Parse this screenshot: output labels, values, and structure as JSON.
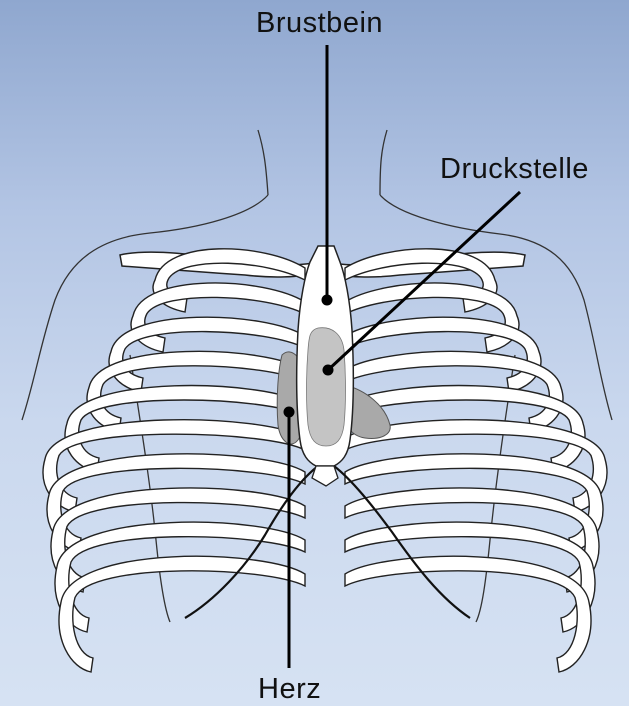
{
  "labels": {
    "sternum": "Brustbein",
    "pressure_point": "Druckstelle",
    "heart": "Herz"
  },
  "colors": {
    "background_top": "#8fa7cf",
    "background_bottom": "#d6e2f3",
    "bone_fill": "#ffffff",
    "outline": "#222222",
    "heart_fill": "#a9a9a9",
    "pressure_area_fill": "#c4c4c4"
  }
}
